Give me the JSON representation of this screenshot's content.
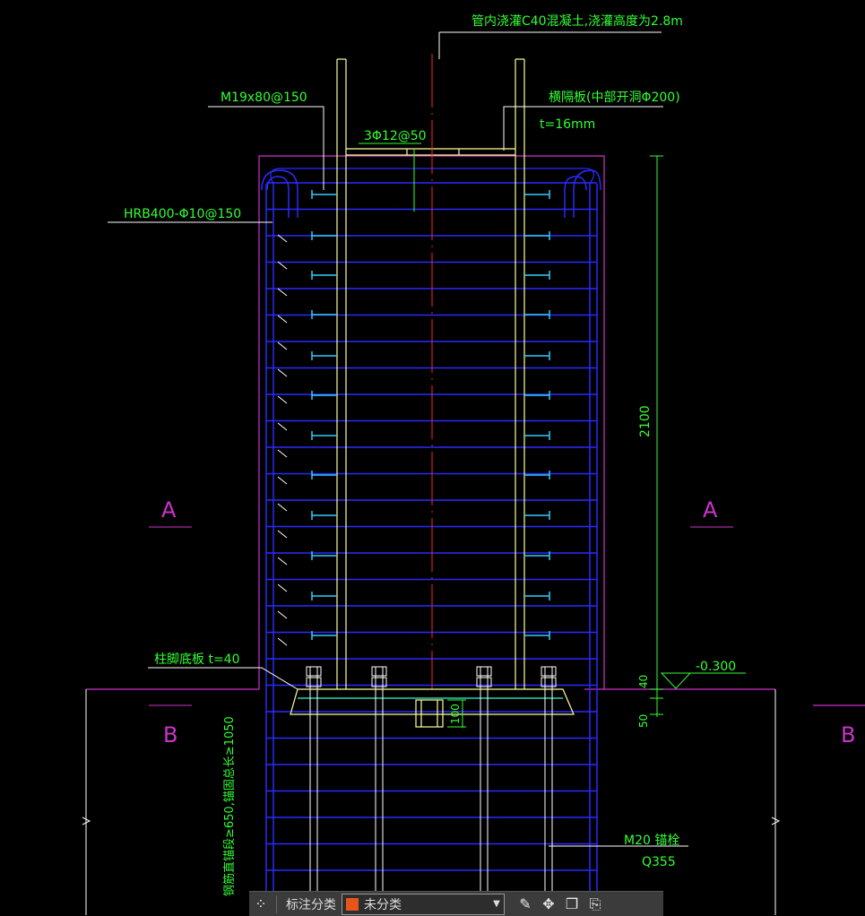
{
  "drawing": {
    "note_top": "管内浇灌C40混凝土,浇灌高度为2.8m",
    "bolt_label": "M19x80@150",
    "diaphragm_label": "横隔板(中部开洞Φ200)",
    "diaphragm_thickness": "t=16mm",
    "rebar_top": "3Φ12@50",
    "stirrup_label": "HRB400-Φ10@150",
    "section_a": "A",
    "section_b": "B",
    "base_plate_label": "柱脚底板  t=40",
    "dim_height": "2100",
    "dim_40": "40",
    "dim_50": "50",
    "dim_100": "100",
    "elevation": "-0.300",
    "anchor_note": "钢筋直锚段≥650,锚固总长≥1050",
    "anchor_bolt": "M20 锚栓",
    "anchor_grade": "Q355"
  },
  "toolbar": {
    "grid_icon": "grid-icon",
    "title": "标注分类",
    "category_value": "未分类",
    "category_color": "#e8551a",
    "tools": [
      "edit-icon",
      "move-icon",
      "copy-icon",
      "paste-icon"
    ]
  },
  "colors": {
    "steel": "#ffff99",
    "rebar": "#2a2aff",
    "outline": "#cc33cc",
    "annotation": "#33ff33",
    "stud": "#33ccff",
    "axis": "#ff2222",
    "white": "#ffffff"
  }
}
